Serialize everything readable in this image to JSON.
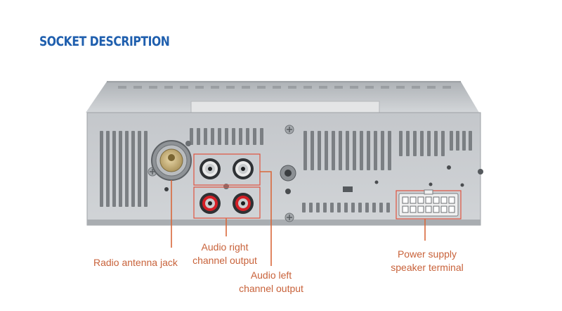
{
  "heading": "SOCKET DESCRIPTION",
  "labels": {
    "antenna": "Radio antenna jack",
    "right_line1": "Audio right",
    "right_line2": "channel output",
    "left_line1": "Audio left",
    "left_line2": "channel output",
    "power_line1": "Power supply",
    "power_line2": "speaker terminal"
  },
  "colors": {
    "heading": "#1f5fae",
    "label_text": "#c8623a",
    "callout": "#d9683b",
    "highlight_box": "#e0533f",
    "chassis": "#c9ccd0",
    "rca_red": "#d51f26",
    "rca_white": "#e9e9e9"
  }
}
